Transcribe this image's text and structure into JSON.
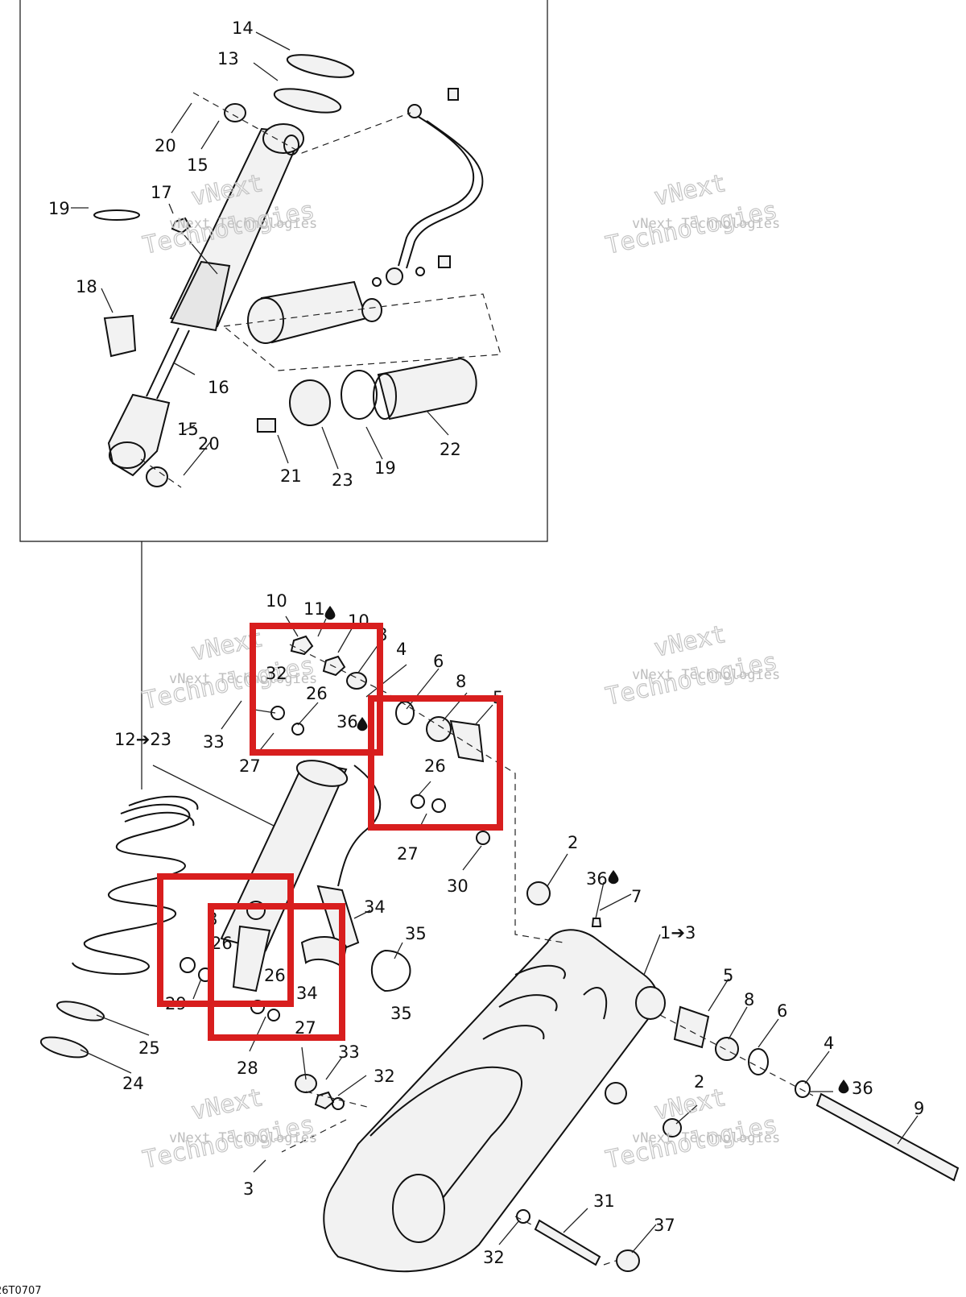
{
  "diagram_code": "26T0707",
  "watermark": {
    "line1": "vNext Technologies",
    "line2": "vNext",
    "line3": "Technologies"
  },
  "callouts": [
    "14",
    "13",
    "20",
    "15",
    "17",
    "19",
    "18",
    "16",
    "15",
    "20",
    "21",
    "23",
    "19",
    "22",
    "10",
    "11",
    "10",
    "8",
    "4",
    "6",
    "8",
    "5",
    "32",
    "26",
    "36",
    "33",
    "27",
    "12➔23",
    "26",
    "27",
    "30",
    "2",
    "36",
    "7",
    "1➔3",
    "34",
    "35",
    "8",
    "26",
    "26",
    "34",
    "35",
    "29",
    "27",
    "25",
    "24",
    "28",
    "33",
    "32",
    "5",
    "8",
    "6",
    "4",
    "36",
    "2",
    "9",
    "3",
    "31",
    "37",
    "32"
  ],
  "highlight_color": "#d81e1e"
}
